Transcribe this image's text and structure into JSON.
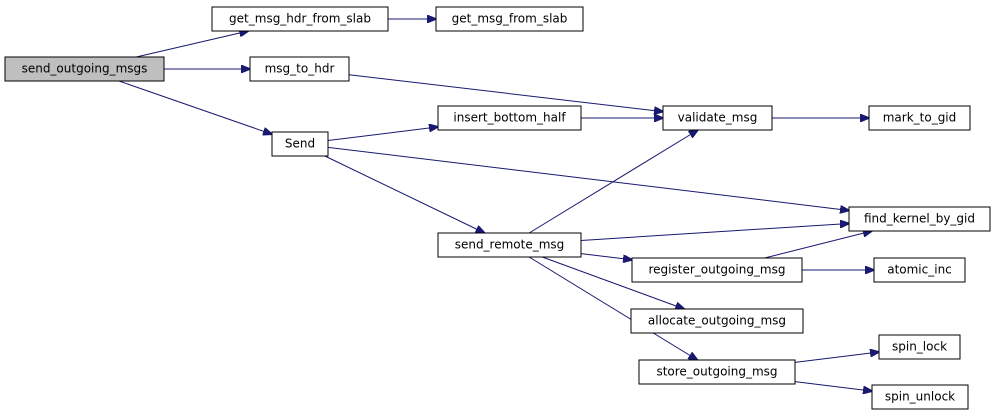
{
  "graph": {
    "edge_color": "#191970",
    "root_fill": "#bfbfbf",
    "nodes": {
      "send_outgoing_msgs": "send_outgoing_msgs",
      "get_msg_hdr_from_slab": "get_msg_hdr_from_slab",
      "get_msg_from_slab": "get_msg_from_slab",
      "msg_to_hdr": "msg_to_hdr",
      "Send": "Send",
      "insert_bottom_half": "insert_bottom_half",
      "validate_msg": "validate_msg",
      "mark_to_gid": "mark_to_gid",
      "find_kernel_by_gid": "find_kernel_by_gid",
      "send_remote_msg": "send_remote_msg",
      "register_outgoing_msg": "register_outgoing_msg",
      "atomic_inc": "atomic_inc",
      "allocate_outgoing_msg": "allocate_outgoing_msg",
      "store_outgoing_msg": "store_outgoing_msg",
      "spin_lock": "spin_lock",
      "spin_unlock": "spin_unlock"
    },
    "edges": [
      [
        "send_outgoing_msgs",
        "get_msg_hdr_from_slab"
      ],
      [
        "send_outgoing_msgs",
        "msg_to_hdr"
      ],
      [
        "send_outgoing_msgs",
        "Send"
      ],
      [
        "get_msg_hdr_from_slab",
        "get_msg_from_slab"
      ],
      [
        "msg_to_hdr",
        "validate_msg"
      ],
      [
        "Send",
        "insert_bottom_half"
      ],
      [
        "Send",
        "find_kernel_by_gid"
      ],
      [
        "Send",
        "send_remote_msg"
      ],
      [
        "insert_bottom_half",
        "validate_msg"
      ],
      [
        "validate_msg",
        "mark_to_gid"
      ],
      [
        "send_remote_msg",
        "validate_msg"
      ],
      [
        "send_remote_msg",
        "find_kernel_by_gid"
      ],
      [
        "send_remote_msg",
        "register_outgoing_msg"
      ],
      [
        "send_remote_msg",
        "allocate_outgoing_msg"
      ],
      [
        "send_remote_msg",
        "store_outgoing_msg"
      ],
      [
        "register_outgoing_msg",
        "find_kernel_by_gid"
      ],
      [
        "register_outgoing_msg",
        "atomic_inc"
      ],
      [
        "store_outgoing_msg",
        "spin_lock"
      ],
      [
        "store_outgoing_msg",
        "spin_unlock"
      ]
    ]
  }
}
